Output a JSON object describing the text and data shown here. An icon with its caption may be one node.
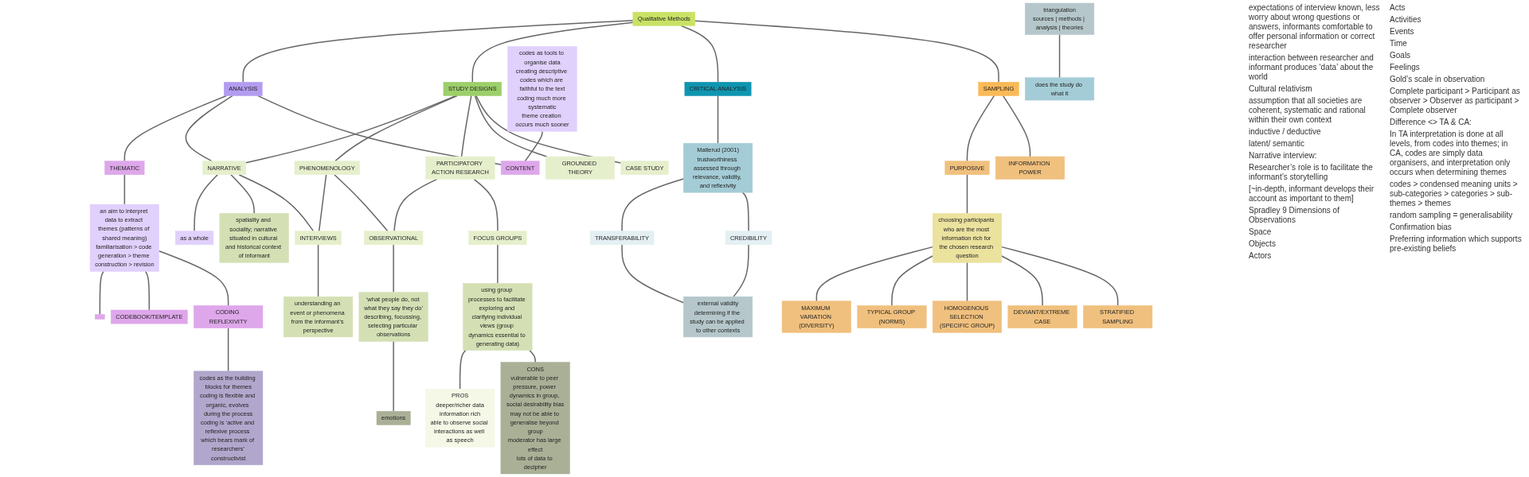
{
  "diagram": {
    "nodes": [
      {
        "text": [
          "Qualitative Methods"
        ]
      },
      {
        "text": [
          "ANALYSIS"
        ]
      },
      {
        "text": [
          "THEMATIC"
        ]
      },
      {
        "text": [
          "an aim to interpret data to extract themes (patterns of shared meaning)",
          "familiarisation > code generation > theme construction > revision"
        ]
      },
      {
        "text": [
          "CODEBOOK/TEMPLATE"
        ]
      },
      {
        "text": [
          "CODING REFLEXIVITY"
        ]
      },
      {
        "text": [
          "codes as the building blocks for themes",
          "coding is flexible and organic, evolves during the process",
          "coding is ‘active and reflexive process which bears mark of researchers’",
          "constructivist"
        ]
      },
      {
        "text": [],
        "shape": "box"
      },
      {
        "text": [
          "as a whole"
        ]
      },
      {
        "text": [
          "NARRATIVE"
        ]
      },
      {
        "text": [
          "spatiality and sociality; narrative situated in cultural and historical context of informant"
        ]
      },
      {
        "text": [
          "INTERVIEWS"
        ]
      },
      {
        "text": [
          "understanding an event or phenomena from the informant’s perspective"
        ]
      },
      {
        "text": [
          "PHENOMENOLOGY"
        ]
      },
      {
        "text": [
          "STUDY DESIGNS"
        ]
      },
      {
        "text": [
          "PARTICIPATORY ACTION RESEARCH"
        ]
      },
      {
        "text": [
          "OBSERVATIONAL"
        ]
      },
      {
        "text": [
          "‘what people do, not what they say they do’",
          "describing, focussing, selecting particular observations"
        ]
      },
      {
        "text": [
          "emotions"
        ]
      },
      {
        "text": [
          "PROS",
          "deeper/richer data",
          "information rich",
          "able to observe social interactions as well as speech"
        ]
      },
      {
        "text": [
          "FOCUS GROUPS"
        ]
      },
      {
        "text": [
          "using group processes to facilitate exploring and clarifying individual views (group dynamics essential to generating data)"
        ]
      },
      {
        "text": [
          "CONS",
          "vulnerable to peer pressure, power dynamics in group, social desirability bias",
          "may not be able to generalise beyond group",
          "moderator has large effect",
          "lots of data to decipher"
        ]
      },
      {
        "text": [
          "GROUNDED THEORY"
        ]
      },
      {
        "text": [
          "CASE STUDY"
        ]
      },
      {
        "text": [
          "CONTENT"
        ]
      },
      {
        "text": [
          "codes as tools to organise data",
          "creating descriptive codes which are faithful to the text",
          "coding much more systematic",
          "theme creation occurs much sooner"
        ]
      },
      {
        "text": [
          "CRITICAL ANALYSIS"
        ]
      },
      {
        "text": [
          "Malterud (2001)",
          "trustworthiness assessed through relevance, validity, and reflexivity"
        ]
      },
      {
        "text": [
          "TRANSFERABILITY"
        ]
      },
      {
        "text": [
          "external validity",
          "determining if the study can be applied to other contexts"
        ]
      },
      {
        "text": [
          "CREDIBILITY"
        ]
      },
      {
        "text": [
          "triangulation",
          "sources | methods | analysis | theories"
        ]
      },
      {
        "text": [
          "does the study do what it"
        ]
      },
      {
        "text": [
          "SAMPLING"
        ]
      },
      {
        "text": [
          "PURPOSIVE"
        ]
      },
      {
        "text": [
          "choosing participants who are the most information rich for the chosen research question"
        ]
      },
      {
        "text": [
          "MAXIMUM VARIATION (DIVERSITY)"
        ]
      },
      {
        "text": [
          "TYPICAL GROUP (NORMS)"
        ]
      },
      {
        "text": [
          "HOMOGENOUS SELECTION (SPECIFIC GROUP)"
        ]
      },
      {
        "text": [
          "DEVIANT/EXTREME CASE"
        ]
      },
      {
        "text": [
          "STRATIFIED SAMPLING"
        ]
      },
      {
        "text": [
          "INFORMATION POWER"
        ]
      }
    ],
    "edges": [
      {
        "from": 0,
        "to": 1,
        "arrow": "none"
      },
      {
        "from": 0,
        "to": 14,
        "arrow": "none"
      },
      {
        "from": 0,
        "to": 27,
        "arrow": "none"
      },
      {
        "from": 0,
        "to": 34,
        "arrow": "none"
      },
      {
        "from": 1,
        "to": 2,
        "arrow": "none"
      },
      {
        "from": 1,
        "to": 9,
        "arrow": "none"
      },
      {
        "from": 1,
        "to": 25,
        "arrow": "none"
      },
      {
        "from": 2,
        "to": 3,
        "arrow": "none"
      },
      {
        "from": 3,
        "to": 7,
        "arrow": "none"
      },
      {
        "from": 3,
        "to": 4,
        "arrow": "none"
      },
      {
        "from": 3,
        "to": 5,
        "arrow": "none"
      },
      {
        "from": 5,
        "to": 6,
        "arrow": "none"
      },
      {
        "from": 9,
        "to": 8,
        "arrow": "none"
      },
      {
        "from": 9,
        "to": 10,
        "arrow": "none"
      },
      {
        "from": 9,
        "to": 11,
        "arrow": "none"
      },
      {
        "from": 14,
        "to": 9,
        "arrow": "none"
      },
      {
        "from": 11,
        "to": 12,
        "arrow": "none"
      },
      {
        "from": 13,
        "to": 11,
        "arrow": "none"
      },
      {
        "from": 14,
        "to": 13,
        "arrow": "none"
      },
      {
        "from": 13,
        "to": 16,
        "arrow": "none"
      },
      {
        "from": 14,
        "to": 15,
        "arrow": "none"
      },
      {
        "from": 15,
        "to": 16,
        "arrow": "none"
      },
      {
        "from": 15,
        "to": 20,
        "arrow": "none"
      },
      {
        "from": 14,
        "to": 23,
        "arrow": "none"
      },
      {
        "from": 14,
        "to": 24,
        "arrow": "none"
      },
      {
        "from": 16,
        "to": 17,
        "arrow": "none"
      },
      {
        "from": 17,
        "to": 18,
        "arrow": "none"
      },
      {
        "from": 20,
        "to": 21,
        "arrow": "none"
      },
      {
        "from": 21,
        "to": 19,
        "arrow": "none"
      },
      {
        "from": 21,
        "to": 22,
        "arrow": "none"
      },
      {
        "from": 26,
        "to": 25,
        "arrow": "none"
      },
      {
        "from": 27,
        "to": 28,
        "arrow": "none"
      },
      {
        "from": 28,
        "to": 29,
        "arrow": "none"
      },
      {
        "from": 29,
        "to": 30,
        "arrow": "none"
      },
      {
        "from": 31,
        "to": 30,
        "arrow": "none"
      },
      {
        "from": 28,
        "to": 31,
        "arrow": "none"
      },
      {
        "from": 32,
        "to": 33,
        "arrow": "none"
      },
      {
        "from": 34,
        "to": 35,
        "arrow": "none"
      },
      {
        "from": 35,
        "to": 36,
        "arrow": "none"
      },
      {
        "from": 36,
        "to": 37,
        "arrow": "none"
      },
      {
        "from": 36,
        "to": 38,
        "arrow": "none"
      },
      {
        "from": 36,
        "to": 39,
        "arrow": "none"
      },
      {
        "from": 36,
        "to": 40,
        "arrow": "none"
      },
      {
        "from": 36,
        "to": 41,
        "arrow": "none"
      },
      {
        "from": 34,
        "to": 42,
        "arrow": "none"
      }
    ],
    "labels": [
      "expectations of interview known, less worry about wrong questions or answers, informants comfortable to offer personal information or correct researcher",
      "interaction between researcher and informant produces ‘data’ about the world",
      "Cultural relativism",
      "assumption that all societies are coherent, systematic and rational within their own context",
      "inductive / deductive",
      "latent/ semantic",
      "Narrative interview:",
      "Researcher’s role is to facilitate the informant’s storytelling",
      "[~in-depth, informant develops their account as important to them]",
      "Spradley 9 Dimensions of Observations",
      "Space",
      "Objects",
      "Actors",
      "Acts",
      "Activities",
      "Events",
      "Time",
      "Goals",
      "Feelings",
      "Gold’s scale in observation",
      "Complete participant > Participant as observer > Observer as participant > Complete observer",
      "Difference <> TA & CA:",
      "In TA interpretation is done at all levels, from codes into themes; in CA, codes are simply data organisers, and interpretation only occurs when determining themes",
      "codes > condensed meaning units > sub-categories > categories > sub-themes > themes",
      "random sampling = generalisability",
      "Confirmation bias",
      "Preferring information which supports pre-existing beliefs"
    ]
  }
}
